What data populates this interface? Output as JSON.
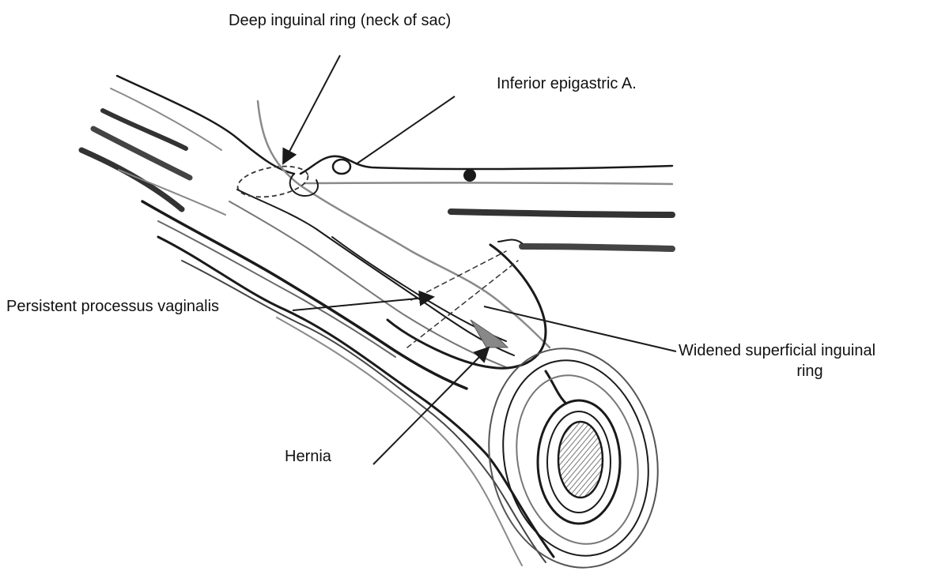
{
  "labels": {
    "deep_ring": "Deep inguinal ring (neck of sac)",
    "epigastric": "Inferior epigastric A.",
    "processus": "Persistent processus vaginalis",
    "superficial_line1": "Widened superficial inguinal",
    "superficial_line2": "ring",
    "hernia": "Hernia"
  },
  "colors": {
    "ink": "#1a1a1a",
    "grey_line": "#8a8a8a",
    "dark_band": "#444444",
    "text": "#111111",
    "background": "#ffffff"
  }
}
